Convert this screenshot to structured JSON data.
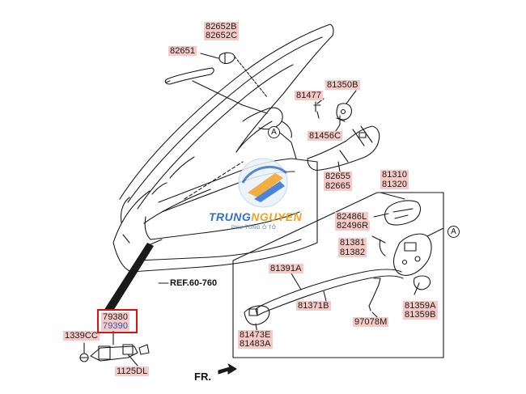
{
  "diagram": {
    "parts": {
      "p82652B": "82652B",
      "p82652C": "82652C",
      "p82651": "82651",
      "p81350B": "81350B",
      "p81477": "81477",
      "p81456C": "81456C",
      "p82655": "82655",
      "p82665": "82665",
      "p81310": "81310",
      "p81320": "81320",
      "p82486L": "82486L",
      "p82496R": "82496R",
      "p81381": "81381",
      "p81382": "81382",
      "p81391A": "81391A",
      "p81371B": "81371B",
      "p97078M": "97078M",
      "p81359A": "81359A",
      "p81359B": "81359B",
      "p81473E": "81473E",
      "p81483A": "81483A",
      "p79380": "79380",
      "p79390": "79390",
      "p1339CC": "1339CC",
      "p1125DL": "1125DL"
    },
    "ref_label": "REF.60-760",
    "front_label": "FR.",
    "callout_a": "A",
    "callout_a2": "A"
  },
  "watermark": {
    "brand_a": "TRUNG",
    "brand_b": "NGUYEN",
    "tagline": "PHỤ TÙNG Ô TÔ",
    "colors": {
      "blue": "#2f6fd1",
      "orange": "#f0a020"
    }
  },
  "colors": {
    "label_bg": "#f4c9c6",
    "highlight": "#e01010",
    "line": "#1a1a1a"
  }
}
